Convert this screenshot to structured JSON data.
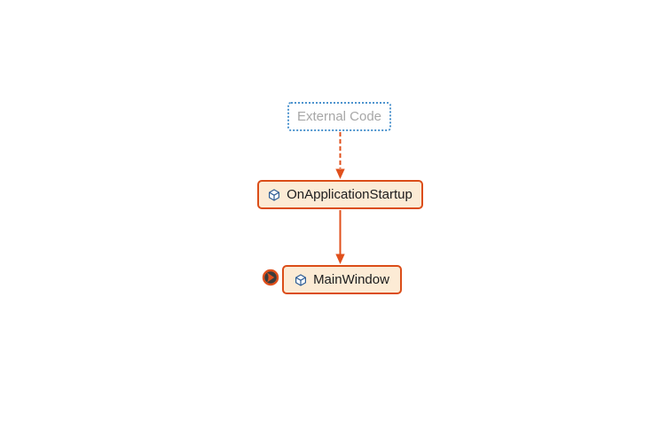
{
  "diagram": {
    "type": "dependency-graph",
    "background": "#FFFFFF",
    "colors": {
      "accent_orange": "#E0501C",
      "node_border_orange": "#DB4D18",
      "node_fill_peach": "#FCEBD5",
      "external_border_blue": "#4E94CE",
      "external_text_gray": "#A7A7A7",
      "node_text": "#1B1C1D",
      "icon_navy": "#2E5C94",
      "badge_dark": "#3C3C3C"
    },
    "nodes": {
      "external_code": {
        "label": "External Code",
        "style": "dotted-blue"
      },
      "on_application_startup": {
        "label": "OnApplicationStartup",
        "icon": "cube-member-icon",
        "style": "solid-orange"
      },
      "main_window": {
        "label": "MainWindow",
        "icon": "cube-member-icon",
        "style": "solid-orange"
      }
    },
    "edges": [
      {
        "from": "External Code",
        "to": "OnApplicationStartup",
        "style": "dashed",
        "color": "#E0501C",
        "direction": "down"
      },
      {
        "from": "OnApplicationStartup",
        "to": "MainWindow",
        "style": "solid",
        "color": "#E0501C",
        "direction": "down"
      }
    ],
    "badges": [
      {
        "name": "collapsed-incoming-link-badge",
        "attached_to": "MainWindow",
        "icon": "circled-arrow-right-icon"
      }
    ]
  }
}
